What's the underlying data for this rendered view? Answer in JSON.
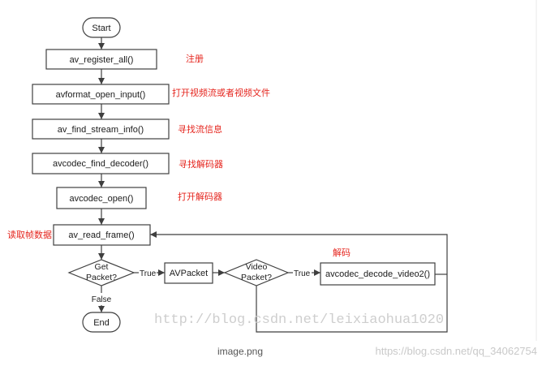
{
  "flowchart": {
    "start": "Start",
    "steps": {
      "register": "av_register_all()",
      "open_input": "avformat_open_input()",
      "find_stream_info": "av_find_stream_info()",
      "find_decoder": "avcodec_find_decoder()",
      "codec_open": "avcodec_open()",
      "read_frame": "av_read_frame()",
      "av_packet": "AVPacket",
      "decode_video": "avcodec_decode_video2()"
    },
    "decisions": {
      "get_packet": [
        "Get",
        "Packet?"
      ],
      "video_packet": [
        "Video",
        "Packet?"
      ]
    },
    "edge_labels": {
      "get_packet_true": "True",
      "video_packet_true": "True",
      "get_packet_false": "False"
    },
    "end": "End"
  },
  "annotations": {
    "register": "注册",
    "open_input": "打开视频流或者视频文件",
    "find_stream_info": "寻找流信息",
    "find_decoder": "寻找解码器",
    "codec_open": "打开解码器",
    "read_frame": "读取帧数据",
    "decode": "解码"
  },
  "watermarks": {
    "original": "http://blog.csdn.net/leixiaohua1020",
    "repost": "https://blog.csdn.net/qq_34062754"
  },
  "caption": "image.png",
  "colors": {
    "annotation": "#e5251e",
    "stroke": "#3f3f3f",
    "watermark": "#c9c9c9",
    "caption": "#555555"
  }
}
